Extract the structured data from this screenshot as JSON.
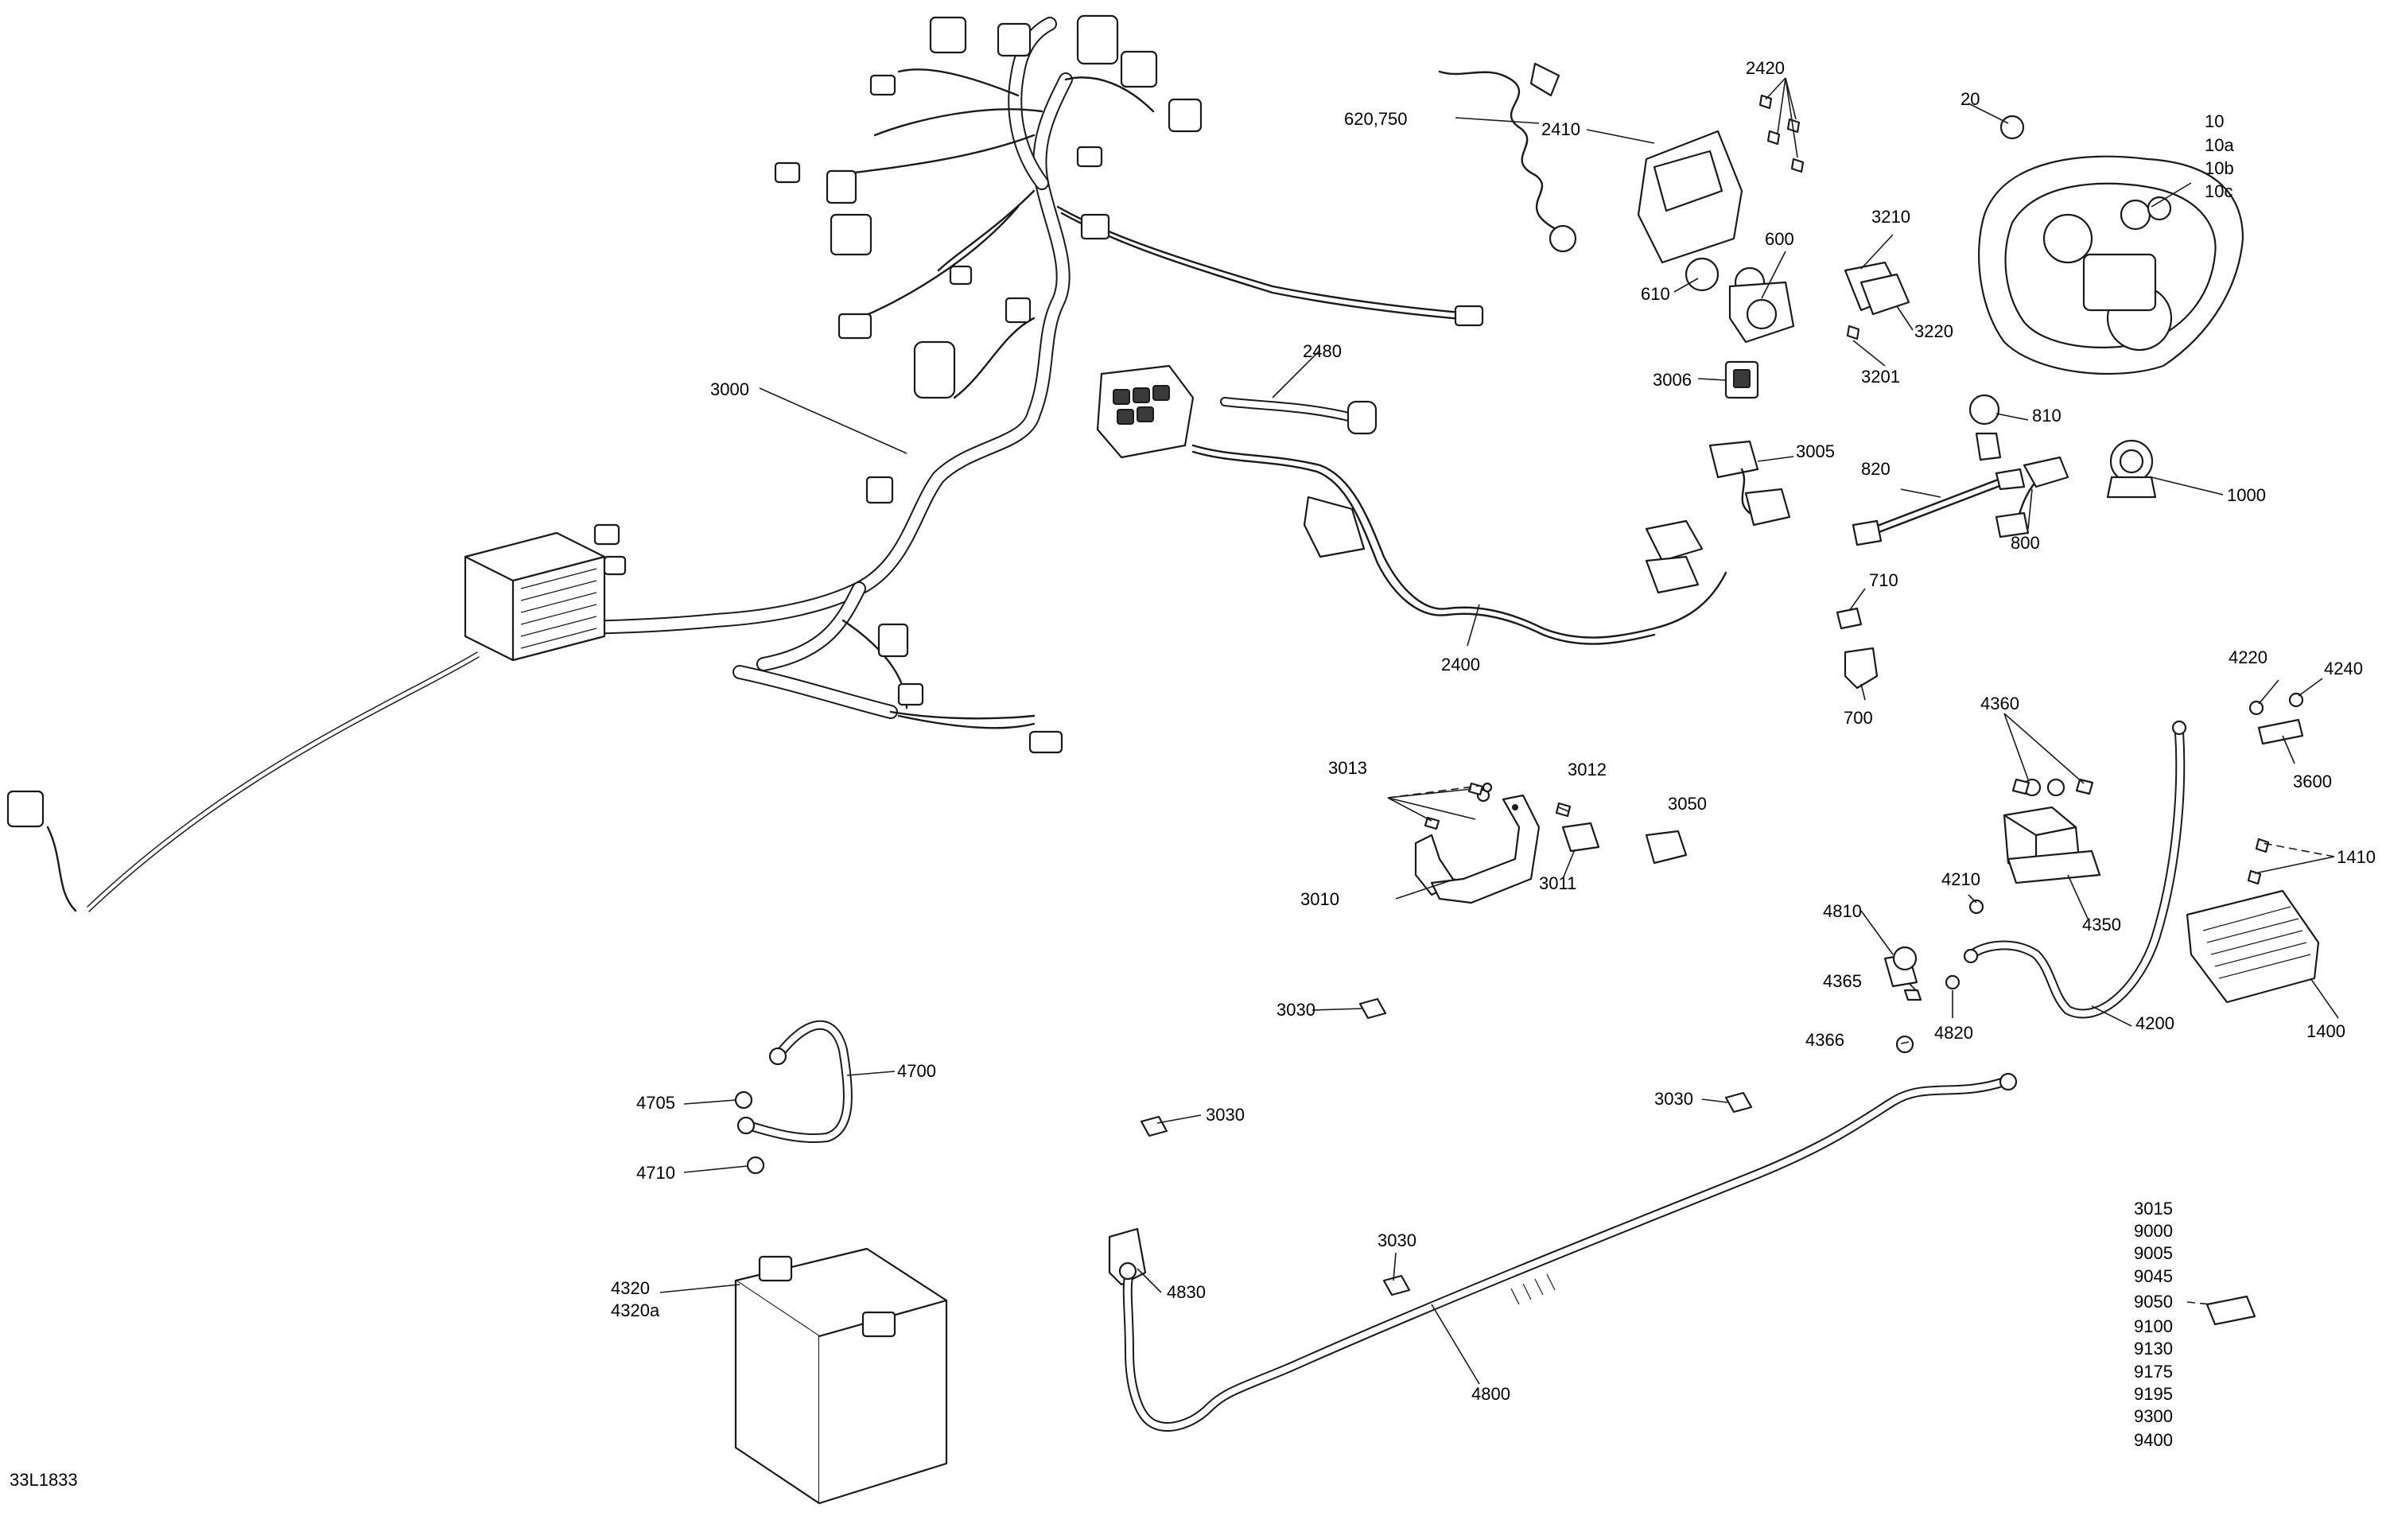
{
  "diagram_id": "33L1833",
  "callouts": {
    "c3000": "3000",
    "c2480": "2480",
    "c2400": "2400",
    "c620_750": "620,750",
    "c2410": "2410",
    "c2420": "2420",
    "c610": "610",
    "c600": "600",
    "c3006": "3006",
    "c3005": "3005",
    "c3210": "3210",
    "c3220": "3220",
    "c3201": "3201",
    "c20": "20",
    "c10": "10",
    "c10a": "10a",
    "c10b": "10b",
    "c10c": "10c",
    "c810": "810",
    "c820": "820",
    "c800": "800",
    "c1000": "1000",
    "c710": "710",
    "c700": "700",
    "c3013": "3013",
    "c3012": "3012",
    "c3050": "3050",
    "c3011": "3011",
    "c3010": "3010",
    "c4360": "4360",
    "c4220": "4220",
    "c4240": "4240",
    "c3600": "3600",
    "c1410": "1410",
    "c4210": "4210",
    "c4350": "4350",
    "c4810": "4810",
    "c4365": "4365",
    "c4820": "4820",
    "c4366": "4366",
    "c4200": "4200",
    "c1400": "1400",
    "c3030_a": "3030",
    "c3030_b": "3030",
    "c3030_c": "3030",
    "c3030_d": "3030",
    "c4700": "4700",
    "c4705": "4705",
    "c4710": "4710",
    "c4320": "4320",
    "c4320a": "4320a",
    "c4830": "4830",
    "c4800": "4800"
  },
  "misc_part_list": [
    "3015",
    "9000",
    "9005",
    "9045",
    "9050",
    "9100",
    "9130",
    "9175",
    "9195",
    "9300",
    "9400"
  ]
}
